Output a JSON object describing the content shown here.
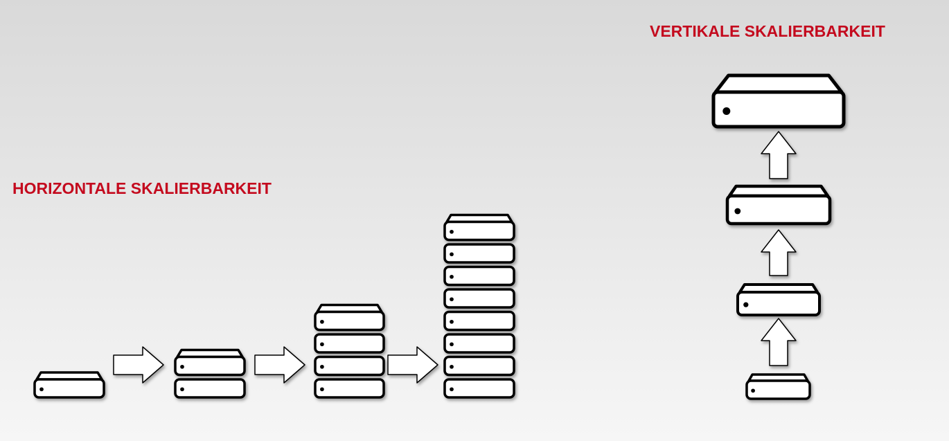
{
  "horizontal": {
    "title": "HORIZONTALE SKALIERBARKEIT",
    "stages": [
      {
        "server_count": 1
      },
      {
        "server_count": 2
      },
      {
        "server_count": 4
      },
      {
        "server_count": 8
      }
    ]
  },
  "vertical": {
    "title": "VERTIKALE SKALIERBARKEIT",
    "stages": [
      {
        "server_size": "small"
      },
      {
        "server_size": "medium"
      },
      {
        "server_size": "large"
      },
      {
        "server_size": "x-large"
      }
    ]
  },
  "colors": {
    "title": "#c40a1e",
    "outline": "#000000",
    "fill": "#ffffff"
  }
}
